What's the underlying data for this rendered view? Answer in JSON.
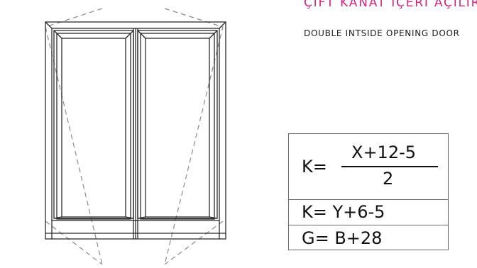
{
  "header": {
    "title": "ÇİFT KANAT İÇERİ AÇILIR",
    "subtitle": "DOUBLE INTSIDE OPENING DOOR"
  },
  "formulas": {
    "row1_lhs": "K=",
    "row1_numerator": "X+12-5",
    "row1_denominator": "2",
    "row2": "K=  Y+6-5",
    "row3": "G=  B+28"
  },
  "colors": {
    "title": "#d6247c",
    "lines": "#333333",
    "swing_lines": "#8c8c8c",
    "table_border": "#666666"
  }
}
